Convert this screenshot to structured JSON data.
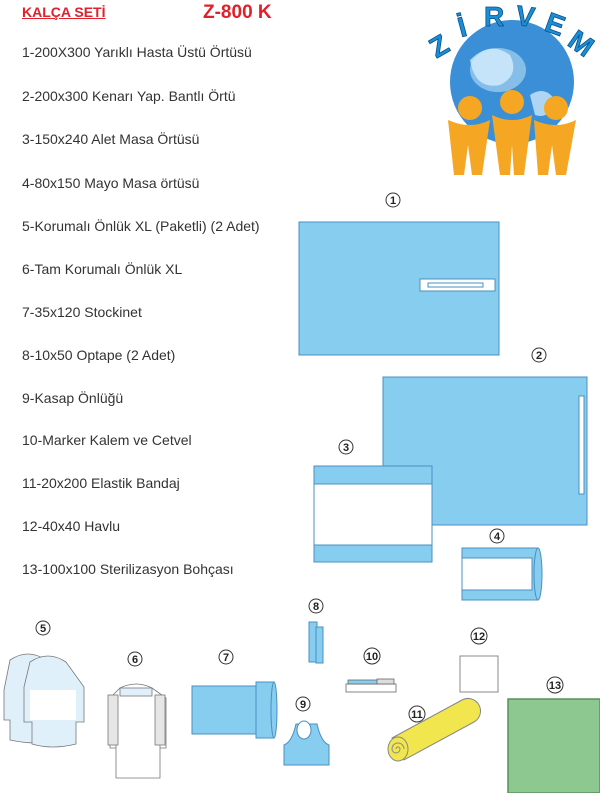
{
  "header": {
    "title": "KALÇA SETİ",
    "code": "Z-800 K"
  },
  "logo": {
    "text": "ZİRVEM",
    "letters": [
      "Z",
      "İ",
      "R",
      "V",
      "E",
      "M"
    ]
  },
  "items": [
    "1-200X300 Yarıklı Hasta Üstü Örtüsü",
    "2-200x300 Kenarı Yap. Bantlı Örtü",
    "3-150x240 Alet Masa Örtüsü",
    "4-80x150 Mayo Masa örtüsü",
    "5-Korumalı Önlük XL (Paketli) (2 Adet)",
    "6-Tam Korumalı Önlük XL",
    "7-35x120 Stockinet",
    "8-10x50 Optape (2 Adet)",
    "9-Kasap Önlüğü",
    "10-Marker Kalem ve Cetvel",
    "11-20x200 Elastik Bandaj",
    "12-40x40 Havlu",
    "13-100x100 Sterilizasyon Bohçası"
  ],
  "badges": [
    "1",
    "2",
    "3",
    "4",
    "5",
    "6",
    "7",
    "8",
    "9",
    "10",
    "11",
    "12",
    "13"
  ],
  "colors": {
    "accent": "#e0202a",
    "drape_blue": "#86cdf0",
    "green": "#8cc890",
    "yellow": "#f2e64e",
    "orange": "#f5a623"
  }
}
